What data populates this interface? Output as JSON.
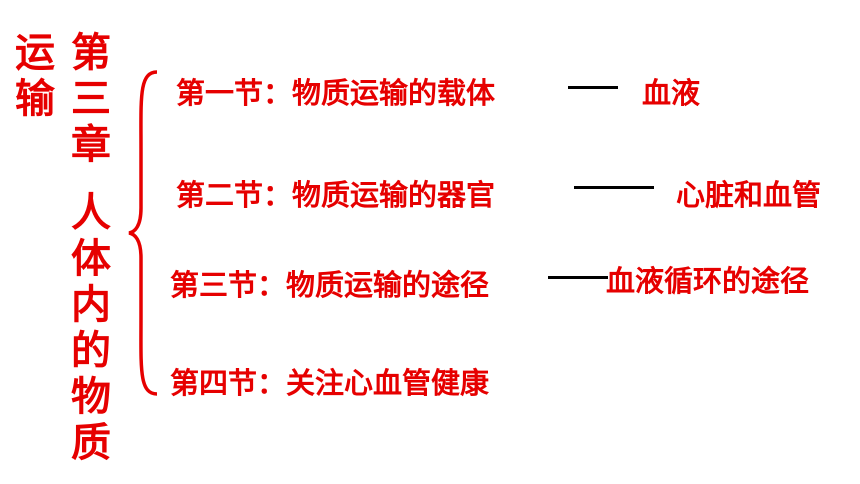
{
  "chapter": {
    "title_part1": "第三章",
    "title_part2": "人体内的物质",
    "title_part3": "运输"
  },
  "sections": [
    {
      "label": "第一节：物质运输的载体",
      "result": "血液"
    },
    {
      "label": "第二节：物质运输的器官",
      "result": "心脏和血管"
    },
    {
      "label": "第三节：物质运输的途径",
      "result": "血液循环的途径"
    },
    {
      "label": "第四节：关注心血管健康"
    }
  ],
  "colors": {
    "text": "#e60000",
    "connector": "#000000"
  }
}
